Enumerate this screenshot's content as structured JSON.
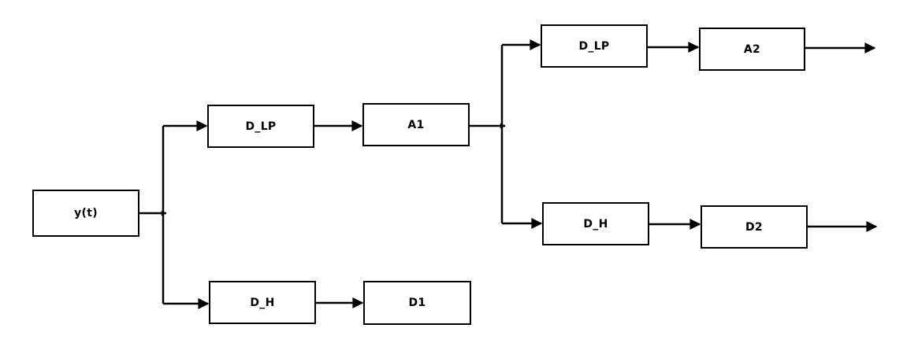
{
  "diagram": {
    "blocks": {
      "input": "y(t)",
      "d_lp_1": "D_LP",
      "a1": "A1",
      "d_h_1": "D_H",
      "d1": "D1",
      "d_lp_2": "D_LP",
      "a2": "A2",
      "d_h_2": "D_H",
      "d2": "D2"
    },
    "connections": [
      {
        "from": "input",
        "to": "d_lp_1"
      },
      {
        "from": "input",
        "to": "d_h_1"
      },
      {
        "from": "d_lp_1",
        "to": "a1"
      },
      {
        "from": "d_h_1",
        "to": "d1"
      },
      {
        "from": "a1",
        "to": "d_lp_2"
      },
      {
        "from": "a1",
        "to": "d_h_2"
      },
      {
        "from": "d_lp_2",
        "to": "a2"
      },
      {
        "from": "d_h_2",
        "to": "d2"
      },
      {
        "from": "a2",
        "to": "output"
      },
      {
        "from": "d2",
        "to": "output"
      }
    ],
    "colors": {
      "stroke": "#000000",
      "background": "#ffffff"
    }
  }
}
